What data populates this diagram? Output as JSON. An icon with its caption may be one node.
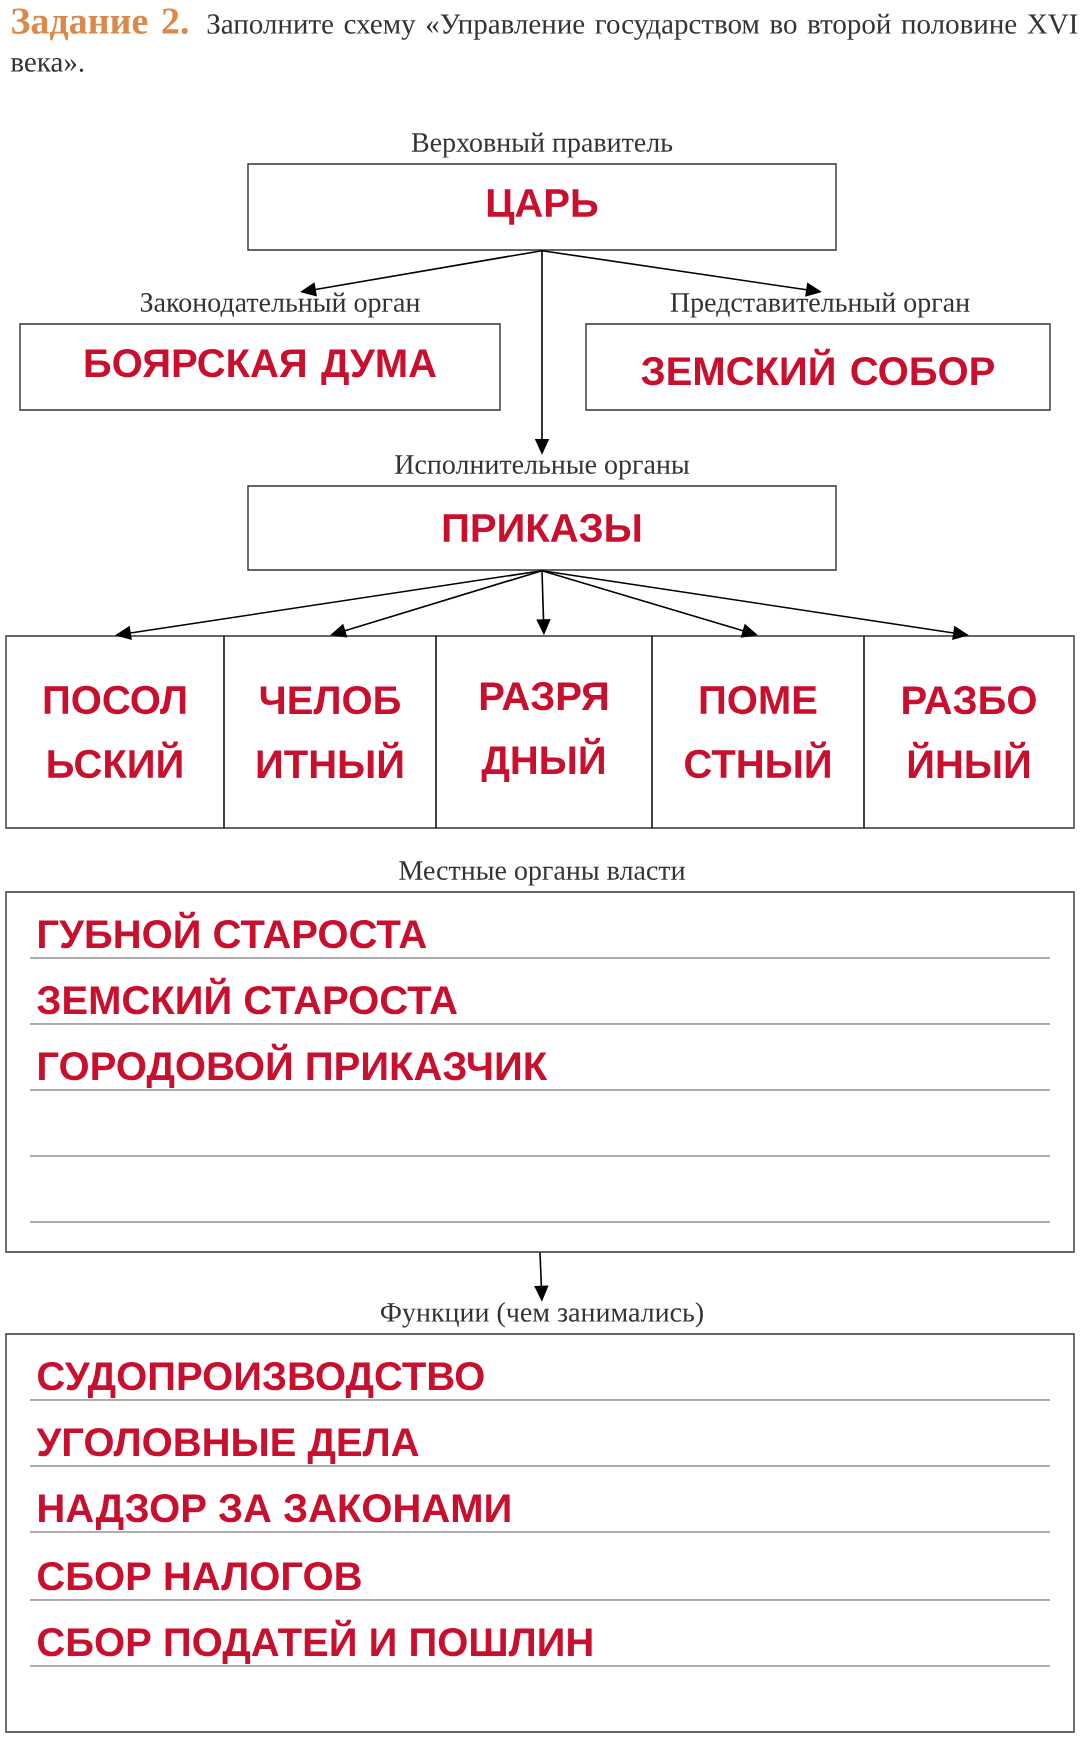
{
  "diagram": {
    "title": "Задание 2.",
    "nodes": [
      {
        "text": [
          "Верховный правитель",
          "ЦАРЬ"
        ]
      },
      {
        "text": [
          "Законодательный орган",
          "БОЯРСКАЯ ДУМА"
        ]
      },
      {
        "text": [
          "Представительный орган",
          "ЗЕМСКИЙ СОБОР"
        ]
      },
      {
        "text": [
          "Исполнительные органы",
          "ПРИКАЗЫ"
        ]
      },
      {
        "text": [
          "ПОСОЛ ЬСКИЙ"
        ]
      },
      {
        "text": [
          "ЧЕЛОБ ИТНЫЙ"
        ]
      },
      {
        "text": [
          "РАЗРЯ ДНЫЙ"
        ]
      },
      {
        "text": [
          "ПОМЕ СТНЫЙ"
        ]
      },
      {
        "text": [
          "РАЗБО ЙНЫЙ"
        ]
      },
      {
        "text": [
          "Местные органы власти",
          "ГУБНОЙ СТАРОСТА",
          "ЗЕМСКИЙ СТАРОСТА",
          "ГОРОДОВОЙ ПРИКАЗЧИК"
        ]
      },
      {
        "text": [
          "Функции (чем занимались)",
          "СУДОПРОИЗВОДСТВО",
          "УГОЛОВНЫЕ ДЕЛА",
          "НАДЗОР ЗА ЗАКОНАМИ",
          "СБОР НАЛОГОВ",
          "СБОР ПОДАТЕЙ И ПОШЛИН"
        ]
      }
    ],
    "edges": [
      {
        "from": 0,
        "to": 1,
        "arrow": "to"
      },
      {
        "from": 0,
        "to": 2,
        "arrow": "to"
      },
      {
        "from": 0,
        "to": 3,
        "arrow": "to"
      },
      {
        "from": 3,
        "to": 4,
        "arrow": "to"
      },
      {
        "from": 3,
        "to": 5,
        "arrow": "to"
      },
      {
        "from": 3,
        "to": 6,
        "arrow": "to"
      },
      {
        "from": 3,
        "to": 7,
        "arrow": "to"
      },
      {
        "from": 3,
        "to": 8,
        "arrow": "to"
      },
      {
        "from": 9,
        "to": 10,
        "arrow": "to"
      }
    ],
    "labels": [
      "Заполните схему «Управление государством во второй половине XVI века»."
    ]
  }
}
